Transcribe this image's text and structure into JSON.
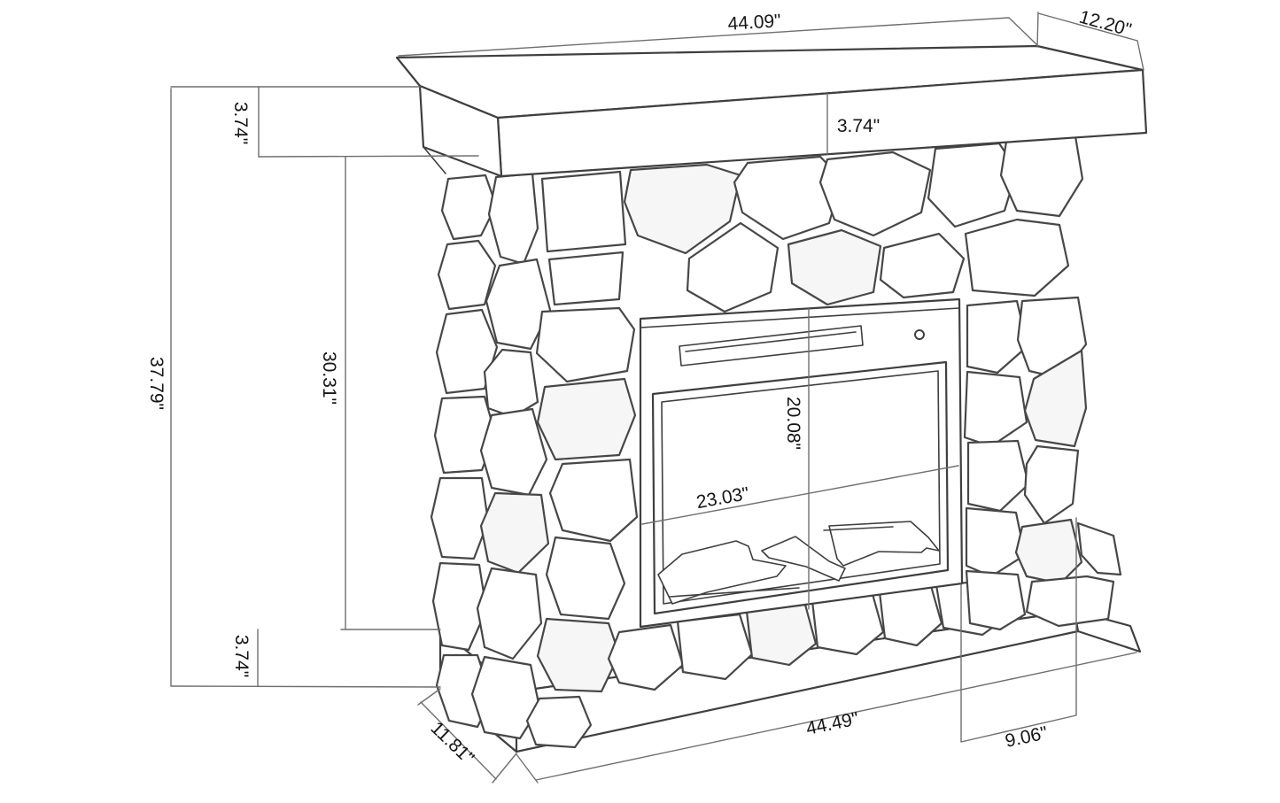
{
  "drawing": {
    "subject": "stone-fireplace-dimension-diagram",
    "units": "inches"
  },
  "dims": {
    "mantel_width": "44.09\"",
    "mantel_depth": "12.20\"",
    "mantel_thickness_left": "3.74\"",
    "mantel_thickness_front": "3.74\"",
    "overall_height": "37.79\"",
    "stone_body_height": "30.31\"",
    "firebox_height": "20.08\"",
    "firebox_width": "23.03\"",
    "base_thickness": "3.74\"",
    "base_width": "44.49\"",
    "base_depth": "11.81\"",
    "hearth_depth": "9.06\""
  },
  "colors": {
    "background": "#ffffff",
    "object_line": "#3f3f3f",
    "stone_line": "#474747",
    "dimension_line": "#6f6f6f",
    "label_text": "#161616"
  }
}
